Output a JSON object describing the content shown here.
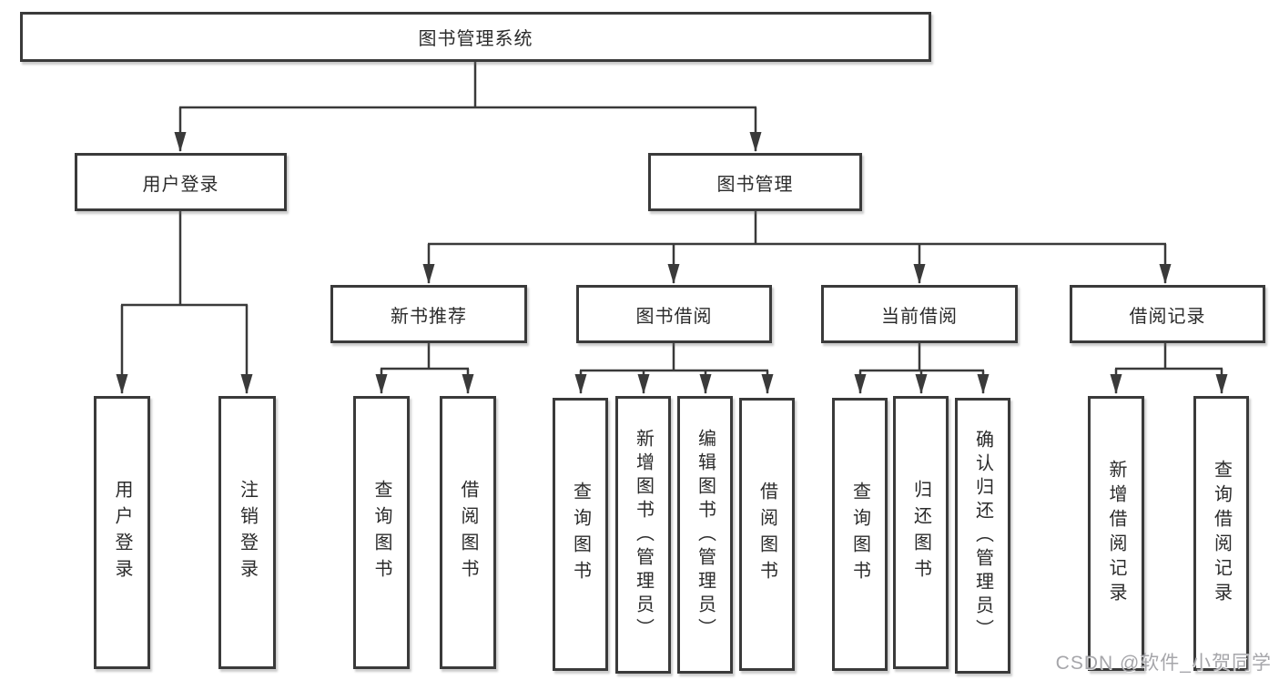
{
  "diagram": {
    "root": {
      "label": "图书管理系统"
    },
    "branches": [
      {
        "label": "用户登录",
        "children": [
          {
            "label": "用户登录"
          },
          {
            "label": "注销登录"
          }
        ]
      },
      {
        "label": "图书管理",
        "children": [
          {
            "label": "新书推荐",
            "children": [
              {
                "label": "查询图书"
              },
              {
                "label": "借阅图书"
              }
            ]
          },
          {
            "label": "图书借阅",
            "children": [
              {
                "label": "查询图书"
              },
              {
                "label": "新增图书（管理员）"
              },
              {
                "label": "编辑图书（管理员）"
              },
              {
                "label": "借阅图书"
              }
            ]
          },
          {
            "label": "当前借阅",
            "children": [
              {
                "label": "查询图书"
              },
              {
                "label": "归还图书"
              },
              {
                "label": "确认归还（管理员）"
              }
            ]
          },
          {
            "label": "借阅记录",
            "children": [
              {
                "label": "新增借阅记录"
              },
              {
                "label": "查询借阅记录"
              }
            ]
          }
        ]
      }
    ],
    "watermark": "CSDN @软件_小贺同学",
    "colors": {
      "line": "#3a3a3a",
      "text": "#2b2b2b",
      "background": "#ffffff",
      "watermark": "#a6a6aa"
    }
  }
}
